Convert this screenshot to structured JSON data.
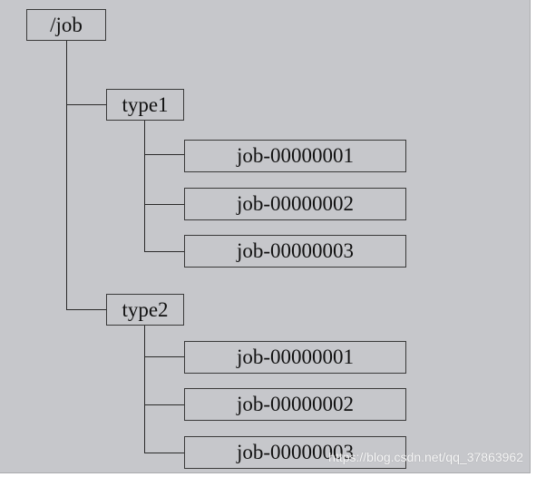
{
  "tree": {
    "root": "/job",
    "types": [
      {
        "label": "type1",
        "jobs": [
          "job-00000001",
          "job-00000002",
          "job-00000003"
        ]
      },
      {
        "label": "type2",
        "jobs": [
          "job-00000001",
          "job-00000002",
          "job-00000003"
        ]
      }
    ]
  },
  "watermark": "https://blog.csdn.net/qq_37863962"
}
